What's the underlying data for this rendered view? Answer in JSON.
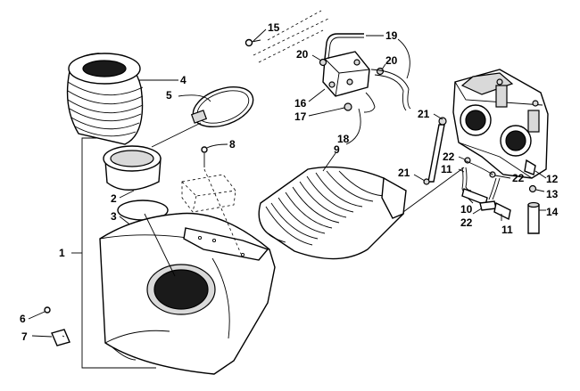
{
  "callouts": {
    "c1": "1",
    "c2": "2",
    "c3": "3",
    "c4": "4",
    "c5": "5",
    "c6": "6",
    "c7": "7",
    "c8": "8",
    "c9": "9",
    "c10": "10",
    "c11a": "11",
    "c11b": "11",
    "c12": "12",
    "c13": "13",
    "c14": "14",
    "c15": "15",
    "c16": "16",
    "c17": "17",
    "c18": "18",
    "c19": "19",
    "c20a": "20",
    "c20b": "20",
    "c21a": "21",
    "c21b": "21",
    "c22a": "22",
    "c22b": "22",
    "c22c": "22"
  }
}
